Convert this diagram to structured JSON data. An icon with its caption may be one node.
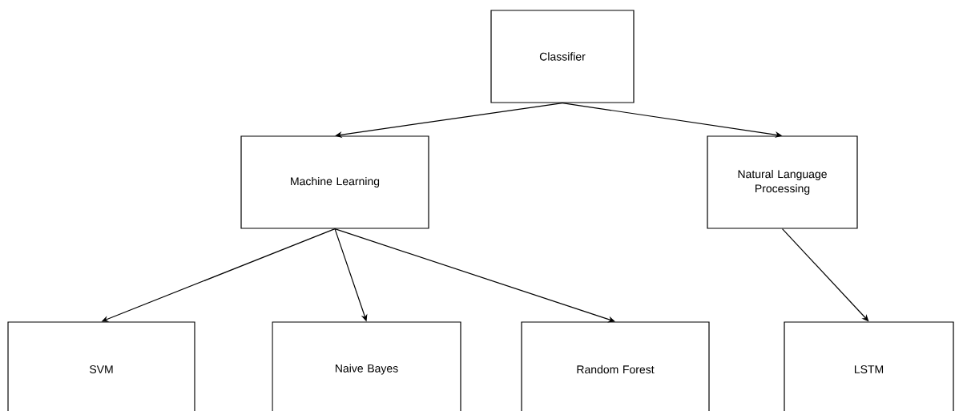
{
  "diagram": {
    "nodes": [
      {
        "text": [
          "Classifier"
        ]
      },
      {
        "text": [
          "Machine Learning"
        ]
      },
      {
        "text": [
          "Natural Language Processing"
        ]
      },
      {
        "text": [
          "SVM"
        ]
      },
      {
        "text": [
          "Naive Bayes"
        ]
      },
      {
        "text": [
          "Random Forest"
        ]
      },
      {
        "text": [
          "LSTM"
        ]
      }
    ],
    "edges": [
      {
        "from": 0,
        "to": 1,
        "arrow": "to"
      },
      {
        "from": 0,
        "to": 2,
        "arrow": "to"
      },
      {
        "from": 1,
        "to": 3,
        "arrow": "to"
      },
      {
        "from": 1,
        "to": 4,
        "arrow": "to"
      },
      {
        "from": 1,
        "to": 5,
        "arrow": "to"
      },
      {
        "from": 2,
        "to": 6,
        "arrow": "to"
      }
    ]
  }
}
